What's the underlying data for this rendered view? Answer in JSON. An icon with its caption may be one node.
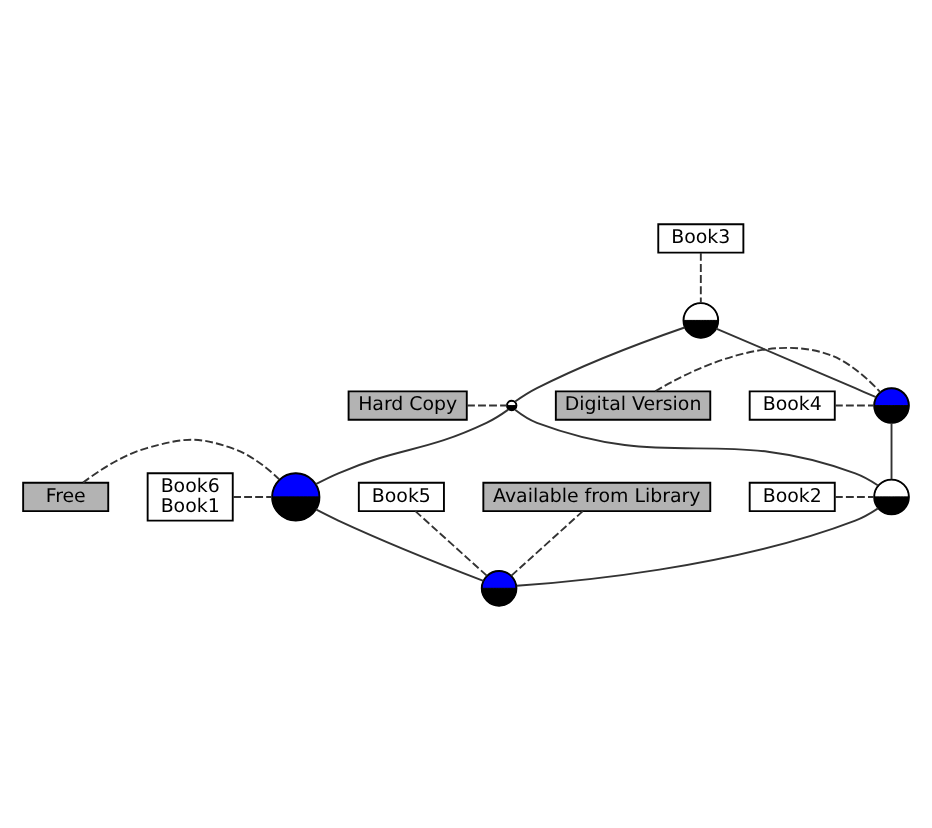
{
  "diagram": {
    "nodes": [
      {
        "text": [
          "Book3"
        ]
      },
      {
        "text": [],
        "shape": "circle"
      },
      {
        "text": [
          "Digital Version"
        ]
      },
      {
        "text": [
          "Book4"
        ]
      },
      {
        "text": [],
        "shape": "circle"
      },
      {
        "text": [
          "Hard Copy"
        ]
      },
      {
        "text": [],
        "shape": "circle"
      },
      {
        "text": [
          "Free"
        ]
      },
      {
        "text": [
          "Book6",
          "Book1"
        ]
      },
      {
        "text": [],
        "shape": "circle"
      },
      {
        "text": [
          "Book2"
        ]
      },
      {
        "text": [],
        "shape": "circle"
      },
      {
        "text": [],
        "shape": "circle"
      },
      {
        "text": [
          "Book5"
        ]
      },
      {
        "text": [
          "Available from Library"
        ]
      }
    ],
    "edges": [
      {
        "from": 0,
        "to": 1,
        "arrow": "none",
        "style": "dashed"
      },
      {
        "from": 1,
        "to": 4,
        "arrow": "none"
      },
      {
        "from": 1,
        "to": 6,
        "arrow": "none"
      },
      {
        "from": 2,
        "to": 4,
        "arrow": "none",
        "style": "dashed"
      },
      {
        "from": 3,
        "to": 4,
        "arrow": "none",
        "style": "dashed"
      },
      {
        "from": 5,
        "to": 6,
        "arrow": "none",
        "style": "dashed"
      },
      {
        "from": 4,
        "to": 9,
        "arrow": "none"
      },
      {
        "from": 6,
        "to": 9,
        "arrow": "none"
      },
      {
        "from": 6,
        "to": 11,
        "arrow": "none"
      },
      {
        "from": 7,
        "to": 11,
        "arrow": "none",
        "style": "dashed"
      },
      {
        "from": 8,
        "to": 11,
        "arrow": "none",
        "style": "dashed"
      },
      {
        "from": 10,
        "to": 9,
        "arrow": "none",
        "style": "dashed"
      },
      {
        "from": 9,
        "to": 12,
        "arrow": "none"
      },
      {
        "from": 11,
        "to": 12,
        "arrow": "none"
      },
      {
        "from": 13,
        "to": 12,
        "arrow": "none",
        "style": "dashed"
      },
      {
        "from": 14,
        "to": 12,
        "arrow": "none",
        "style": "dashed"
      }
    ]
  }
}
